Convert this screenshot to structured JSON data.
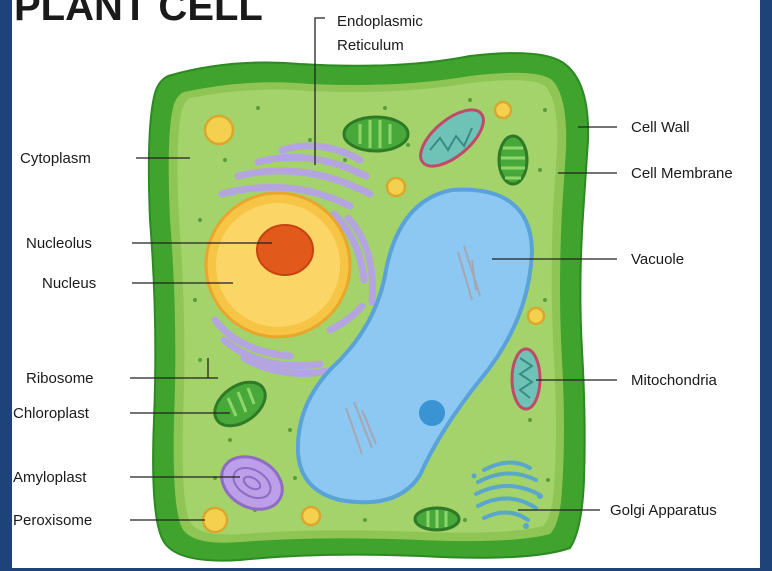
{
  "title": "PLANT CELL",
  "colors": {
    "frame": "#1d4378",
    "cell_wall": "#3fa32e",
    "cytoplasm": "#a3d36a",
    "vacuole": "#8cc8f2",
    "nucleus": "#f7c545",
    "nucleolus": "#e2591c",
    "endoplasmic_reticulum": "#b4a4e0",
    "chloroplast": "#48a83a",
    "mitochondria": "#6fc3b6",
    "golgi_apparatus": "#5aa6cc",
    "amyloplast": "#bd9ee8",
    "peroxisome": "#f5d04f"
  },
  "labels": {
    "endoplasmic_reticulum_1": "Endoplasmic",
    "endoplasmic_reticulum_2": "Reticulum",
    "cell_wall": "Cell Wall",
    "cell_membrane": "Cell Membrane",
    "vacuole": "Vacuole",
    "mitochondria": "Mitochondria",
    "golgi_apparatus": "Golgi Apparatus",
    "cytoplasm": "Cytoplasm",
    "nucleolus": "Nucleolus",
    "nucleus": "Nucleus",
    "ribosome": "Ribosome",
    "chloroplast": "Chloroplast",
    "amyloplast": "Amyloplast",
    "peroxisome": "Peroxisome"
  }
}
